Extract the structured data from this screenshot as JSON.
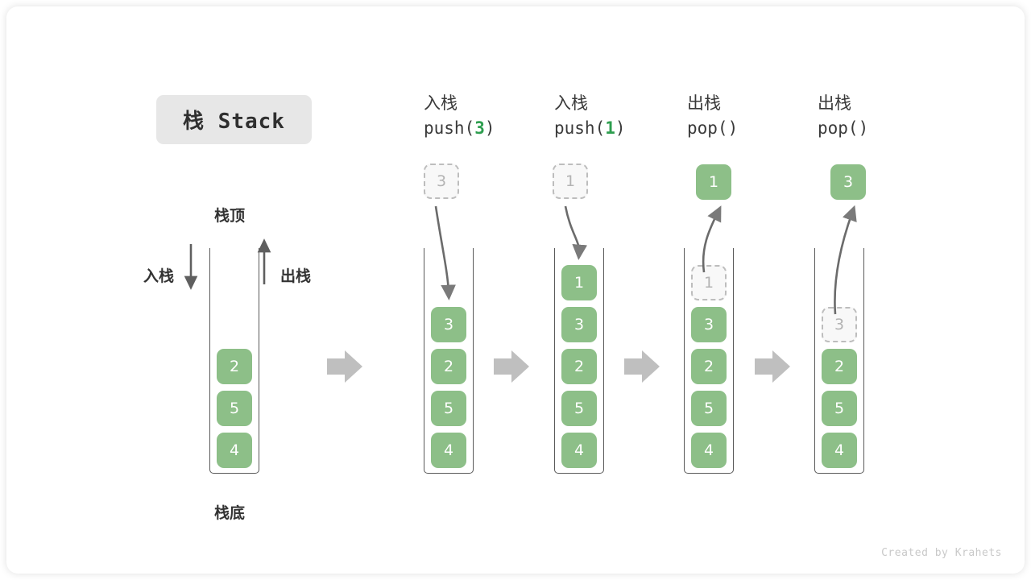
{
  "title": {
    "text": "栈 Stack"
  },
  "footer": {
    "text": "Created by Krahets"
  },
  "colors": {
    "cell_fill": "#8dbf88",
    "cell_text": "#ffffff",
    "ghost_fill": "#f8f8f8",
    "ghost_text": "#b3b3b3",
    "ghost_border": "#bdbdbd",
    "accent_green": "#2e9e4f",
    "arrow_gray": "#bdbdbd",
    "line_gray": "#5a5a5a",
    "chip_bg": "#e7e7e7",
    "text_dark": "#333333"
  },
  "legend": {
    "top_label": "栈顶",
    "bottom_label": "栈底",
    "push_label": "入栈",
    "pop_label": "出栈",
    "push_arrow_icon": "arrow-down-icon",
    "pop_arrow_icon": "arrow-up-icon"
  },
  "step_separator_icon": "block-arrow-right-icon",
  "columns": [
    {
      "id": "initial",
      "head_line1": "",
      "head_line2": "",
      "head_arg": "",
      "stack": [
        "2",
        "5",
        "4"
      ],
      "floating": null,
      "ghost_in_stack": null,
      "motion": null
    },
    {
      "id": "push-3",
      "head_line1": "入栈",
      "head_line2_prefix": "push(",
      "head_arg": "3",
      "head_line2_suffix": ")",
      "stack": [
        "3",
        "2",
        "5",
        "4"
      ],
      "floating": {
        "value": "3",
        "style": "ghost"
      },
      "ghost_in_stack": null,
      "motion": "down"
    },
    {
      "id": "push-1",
      "head_line1": "入栈",
      "head_line2_prefix": "push(",
      "head_arg": "1",
      "head_line2_suffix": ")",
      "stack": [
        "1",
        "3",
        "2",
        "5",
        "4"
      ],
      "floating": {
        "value": "1",
        "style": "ghost"
      },
      "ghost_in_stack": null,
      "motion": "down"
    },
    {
      "id": "pop-1",
      "head_line1": "出栈",
      "head_line2_prefix": "pop(",
      "head_arg": "",
      "head_line2_suffix": ")",
      "stack": [
        "3",
        "2",
        "5",
        "4"
      ],
      "floating": {
        "value": "1",
        "style": "filled"
      },
      "ghost_in_stack": {
        "value": "1",
        "slot": 0
      },
      "motion": "up"
    },
    {
      "id": "pop-3",
      "head_line1": "出栈",
      "head_line2_prefix": "pop(",
      "head_arg": "",
      "head_line2_suffix": ")",
      "stack": [
        "2",
        "5",
        "4"
      ],
      "floating": {
        "value": "3",
        "style": "filled"
      },
      "ghost_in_stack": {
        "value": "3",
        "slot": 0
      },
      "motion": "up"
    }
  ]
}
